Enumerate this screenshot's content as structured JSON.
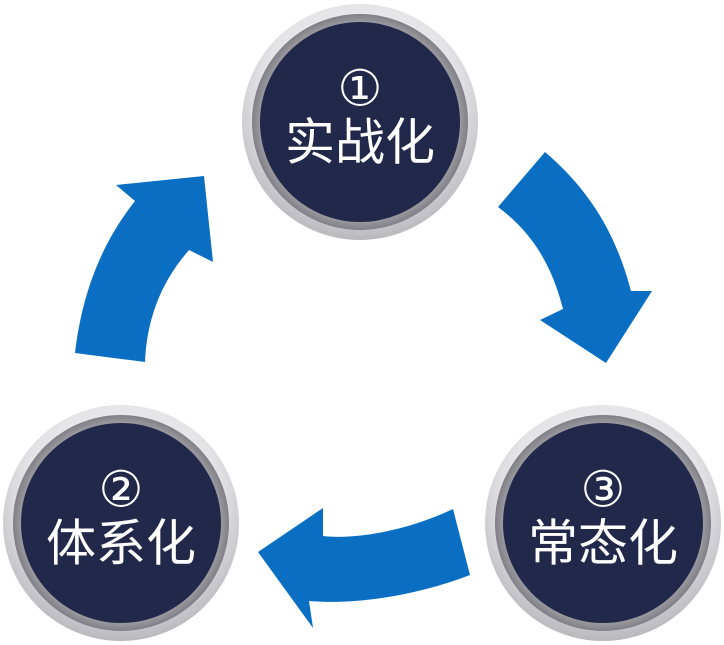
{
  "diagram": {
    "colors": {
      "arrow": "#0A6FC2",
      "node_fill": "#22284A",
      "ring_light": "#F1F1F3",
      "ring_mid": "#C6C6CA",
      "ring_dark": "#8E8E93",
      "text": "#FFFFFF"
    },
    "nodes": [
      {
        "id": "top",
        "number": "①",
        "label": "实战化"
      },
      {
        "id": "bottom-left",
        "number": "②",
        "label": "体系化"
      },
      {
        "id": "bottom-right",
        "number": "③",
        "label": "常态化"
      }
    ],
    "arrows": [
      {
        "from": "top",
        "to": "bottom-right",
        "icon": "curved-arrow-icon"
      },
      {
        "from": "bottom-right",
        "to": "bottom-left",
        "icon": "curved-arrow-icon"
      },
      {
        "from": "bottom-left",
        "to": "top",
        "icon": "curved-arrow-icon"
      }
    ]
  }
}
